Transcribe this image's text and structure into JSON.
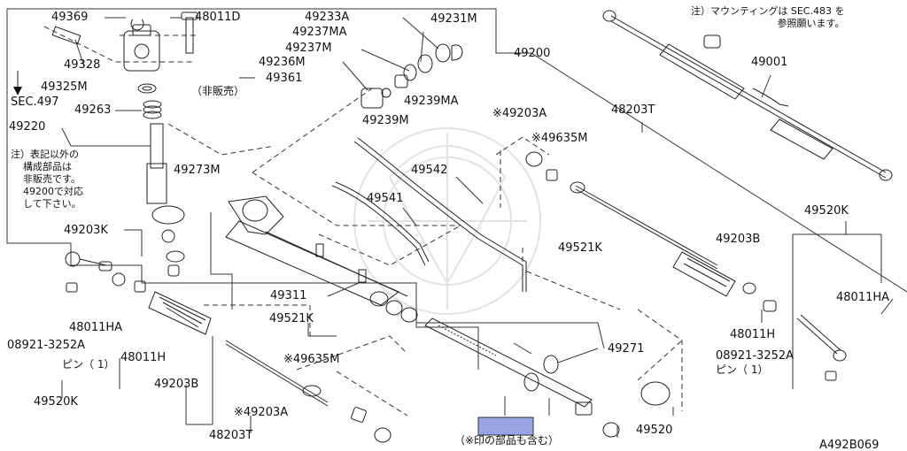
{
  "diagram": {
    "accent_color": "#9aa3e6",
    "figure_ref": "A492B069",
    "mounting_note": [
      "注）マウンティングは SEC.483 を",
      "参照願います。"
    ],
    "parts_note": [
      "注）表記以外の",
      "構成部品は",
      "非販売です。",
      "49200で対応",
      "して下さい。"
    ],
    "not_sold_label": "（非販売）",
    "kit_note": "（※印の部品も含む）",
    "section_ref": "SEC.497",
    "pin_label_left": "ピン（ 1）",
    "pin_label_right": "ピン（ 1）",
    "parts": [
      {
        "id": "p49369",
        "code": "49369"
      },
      {
        "id": "p48011D",
        "code": "48011D"
      },
      {
        "id": "p49233A",
        "code": "49233A"
      },
      {
        "id": "p49231M",
        "code": "49231M"
      },
      {
        "id": "p49237MA",
        "code": "49237MA"
      },
      {
        "id": "p49237M",
        "code": "49237M"
      },
      {
        "id": "p49236M",
        "code": "49236M"
      },
      {
        "id": "p49328",
        "code": "49328"
      },
      {
        "id": "p49325M",
        "code": "49325M"
      },
      {
        "id": "p49361",
        "code": "49361"
      },
      {
        "id": "p49239MA",
        "code": "49239MA"
      },
      {
        "id": "p49263",
        "code": "49263"
      },
      {
        "id": "p49239M",
        "code": "49239M"
      },
      {
        "id": "p49220",
        "code": "49220"
      },
      {
        "id": "p49273M",
        "code": "49273M"
      },
      {
        "id": "p49200",
        "code": "49200"
      },
      {
        "id": "p49001",
        "code": "49001"
      },
      {
        "id": "p49203A_r",
        "code": "※49203A"
      },
      {
        "id": "p48203T_r",
        "code": "48203T"
      },
      {
        "id": "p49635M_r",
        "code": "※49635M"
      },
      {
        "id": "p49542",
        "code": "49542"
      },
      {
        "id": "p49541",
        "code": "49541"
      },
      {
        "id": "p49203K",
        "code": "49203K"
      },
      {
        "id": "p49521K_r",
        "code": "49521K"
      },
      {
        "id": "p49203B_r",
        "code": "49203B"
      },
      {
        "id": "p49520K_r",
        "code": "49520K"
      },
      {
        "id": "p48011HA_r",
        "code": "48011HA"
      },
      {
        "id": "p49311",
        "code": "49311"
      },
      {
        "id": "p48011H_r",
        "code": "48011H"
      },
      {
        "id": "p08921_r",
        "code": "08921-3252A"
      },
      {
        "id": "p49521K_l",
        "code": "49521K"
      },
      {
        "id": "p48011HA_l",
        "code": "48011HA"
      },
      {
        "id": "p08921_l",
        "code": "08921-3252A"
      },
      {
        "id": "p48011H_l",
        "code": "48011H"
      },
      {
        "id": "p49635M_l",
        "code": "※49635M"
      },
      {
        "id": "p49271",
        "code": "49271"
      },
      {
        "id": "p49520K_l",
        "code": "49520K"
      },
      {
        "id": "p49203B_l",
        "code": "49203B"
      },
      {
        "id": "p49203A_l",
        "code": "※49203A"
      },
      {
        "id": "p49520",
        "code": "49520"
      },
      {
        "id": "p48203T_l",
        "code": "48203T"
      }
    ]
  }
}
